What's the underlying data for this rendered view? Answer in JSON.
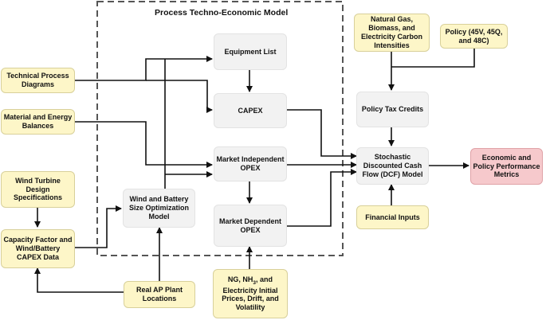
{
  "title": "Process Techno-Economic Model",
  "boxes": {
    "technical_process_diagrams": "Technical Process\nDiagrams",
    "material_energy_balances": "Material and Energy\nBalances",
    "wind_turbine_specs": "Wind Turbine\nDesign\nSpecifications",
    "capacity_factor_data": "Capacity Factor and\nWind/Battery\nCAPEX Data",
    "real_ap_plant_locations": "Real AP Plant\nLocations",
    "equipment_list": "Equipment List",
    "capex": "CAPEX",
    "market_independent_opex": "Market Independent\nOPEX",
    "market_dependent_opex": "Market Dependent\nOPEX",
    "wind_battery_sizing": "Wind and Battery\nSize Optimization\nModel",
    "ng_prices_prefix": "NG, NH",
    "ng_prices_subscript": "3",
    "ng_prices_suffix": ", and\nElectricity Initial\nPrices, Drift, and\nVolatility",
    "carbon_intensities": "Natural Gas,\nBiomass, and\nElectricity Carbon\nIntensities",
    "policy": "Policy (45V, 45Q,\nand 48C)",
    "policy_tax_credits": "Policy Tax Credits",
    "stochastic_dcf": "Stochastic\nDiscounted Cash\nFlow (DCF) Model",
    "financial_inputs": "Financial Inputs",
    "economic_metrics": "Economic and\nPolicy Performance\nMetrics"
  },
  "colors": {
    "input_box": "#fdf6c8",
    "model_box": "#f2f2f2",
    "output_box": "#f6c9cc",
    "line": "#111111",
    "dashed_border": "#555555"
  }
}
